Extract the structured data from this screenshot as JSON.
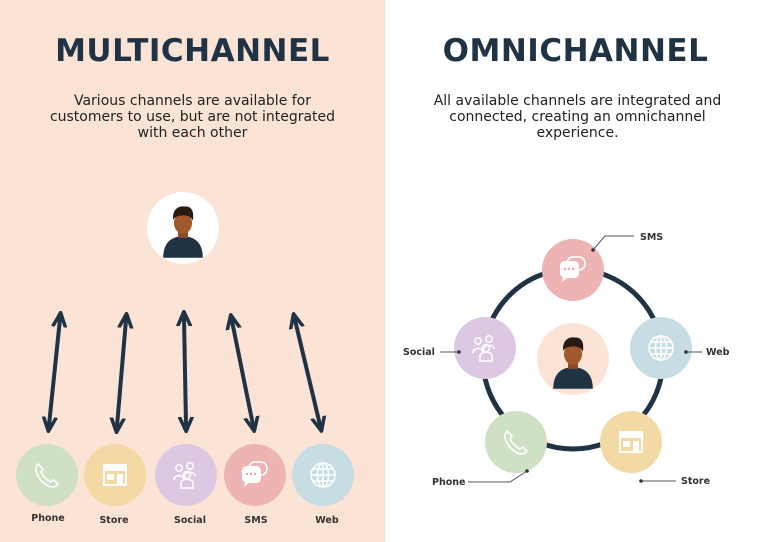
{
  "multichannel": {
    "title": "MULTICHANNEL",
    "description": "Various channels are available for customers to use, but are not integrated with each other",
    "channels": [
      "Phone",
      "Store",
      "Social",
      "SMS",
      "Web"
    ]
  },
  "omnichannel": {
    "title": "OMNICHANNEL",
    "description": "All available channels are integrated and connected, creating an omnichannel experience.",
    "channels": {
      "sms": "SMS",
      "web": "Web",
      "store": "Store",
      "phone": "Phone",
      "social": "Social"
    }
  },
  "colors": {
    "left_bg": "#fbe3d6",
    "navy": "#1f3344",
    "phone": "#cfe0c4",
    "store": "#f3d9a3",
    "social": "#ddc8e4",
    "sms": "#eeb3b3",
    "web": "#c8dde3"
  }
}
